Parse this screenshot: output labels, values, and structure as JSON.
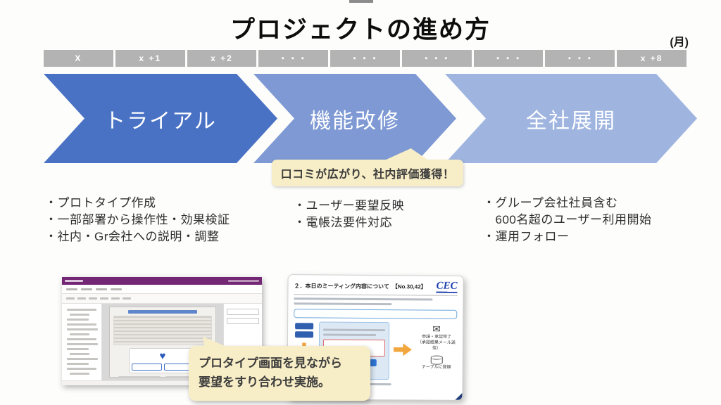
{
  "title": "プロジェクトの進め方",
  "unit_label": "(月)",
  "timeline": {
    "segments": [
      "X",
      "x +1",
      "x +2",
      "・・・",
      "・・・",
      "・・・",
      "・・・",
      "・・・",
      "x +8"
    ]
  },
  "phases": [
    {
      "label": "トライアル"
    },
    {
      "label": "機能改修"
    },
    {
      "label": "全社展開"
    }
  ],
  "bullets": {
    "col1": [
      "・プロトタイプ作成",
      "・一部部署から操作性・効果検証",
      "・社内・Gr会社への説明・調整"
    ],
    "col2": [
      "・ユーザー要望反映",
      "・電帳法要件対応"
    ],
    "col3": [
      "・グループ会社社員含む",
      "　600名超のユーザー利用開始",
      "・運用フォロー"
    ]
  },
  "callout_top": {
    "text": "口コミが広がり、社内評価獲得！"
  },
  "callout_bottom": {
    "line1": "プロタイプ画面を見ながら",
    "line2": "要望をすり合わせ実施。"
  },
  "doc": {
    "heading": "２．本日のミーティング内容について　【No.30,42】",
    "logo": "CEC",
    "mail_caption": "申請・承認完了",
    "mail_caption_sub": "（承認結果メール送信）",
    "db_caption": "テーブルに登録"
  },
  "colors": {
    "phase1": "#4a72c4",
    "phase2": "#7e99d3",
    "phase3": "#9fb5e0",
    "timeline_gray": "#b3b3b3",
    "callout_yellow": "#f7edc6",
    "powerapps_purple": "#742774",
    "cec_blue": "#1d3fae",
    "arrow_orange": "#f2a63e"
  }
}
